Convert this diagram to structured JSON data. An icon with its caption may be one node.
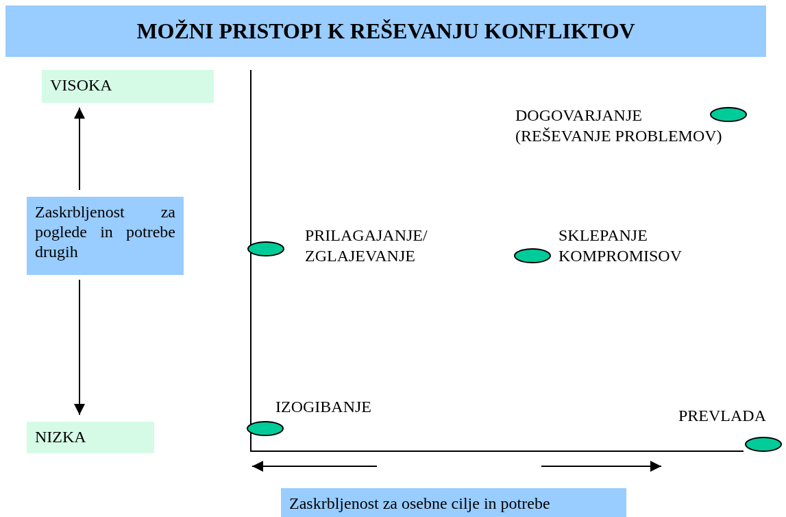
{
  "diagram": {
    "title": "MOŽNI PRISTOPI K REŠEVANJU KONFLIKTOV",
    "nodes": [
      {
        "text": [
          "VISOKA"
        ]
      },
      {
        "text": [
          "Zaskrbljenost za poglede in potrebe drugih"
        ]
      },
      {
        "text": [
          "NIZKA"
        ]
      },
      {
        "text": [
          "Zaskrbljenost za osebne cilje in potrebe"
        ]
      },
      {
        "text": [],
        "shape": "ellipse",
        "beside": [
          "DOGOVARJANJE (REŠEVANJE PROBLEMOV)"
        ]
      },
      {
        "text": [],
        "shape": "ellipse",
        "beside": [
          "PRILAGAJANJE/ ZGLAJEVANJE"
        ]
      },
      {
        "text": [],
        "shape": "ellipse",
        "beside": [
          "SKLEPANJE KOMPROMISOV"
        ]
      },
      {
        "text": [],
        "shape": "ellipse",
        "beside": [
          "IZOGIBANJE"
        ]
      },
      {
        "text": [],
        "shape": "ellipse",
        "beside": [
          "PREVLADA"
        ]
      }
    ],
    "edges": [
      {
        "from": 1,
        "to": 0,
        "arrow": "to"
      },
      {
        "from": 1,
        "to": 2,
        "arrow": "to"
      }
    ]
  }
}
